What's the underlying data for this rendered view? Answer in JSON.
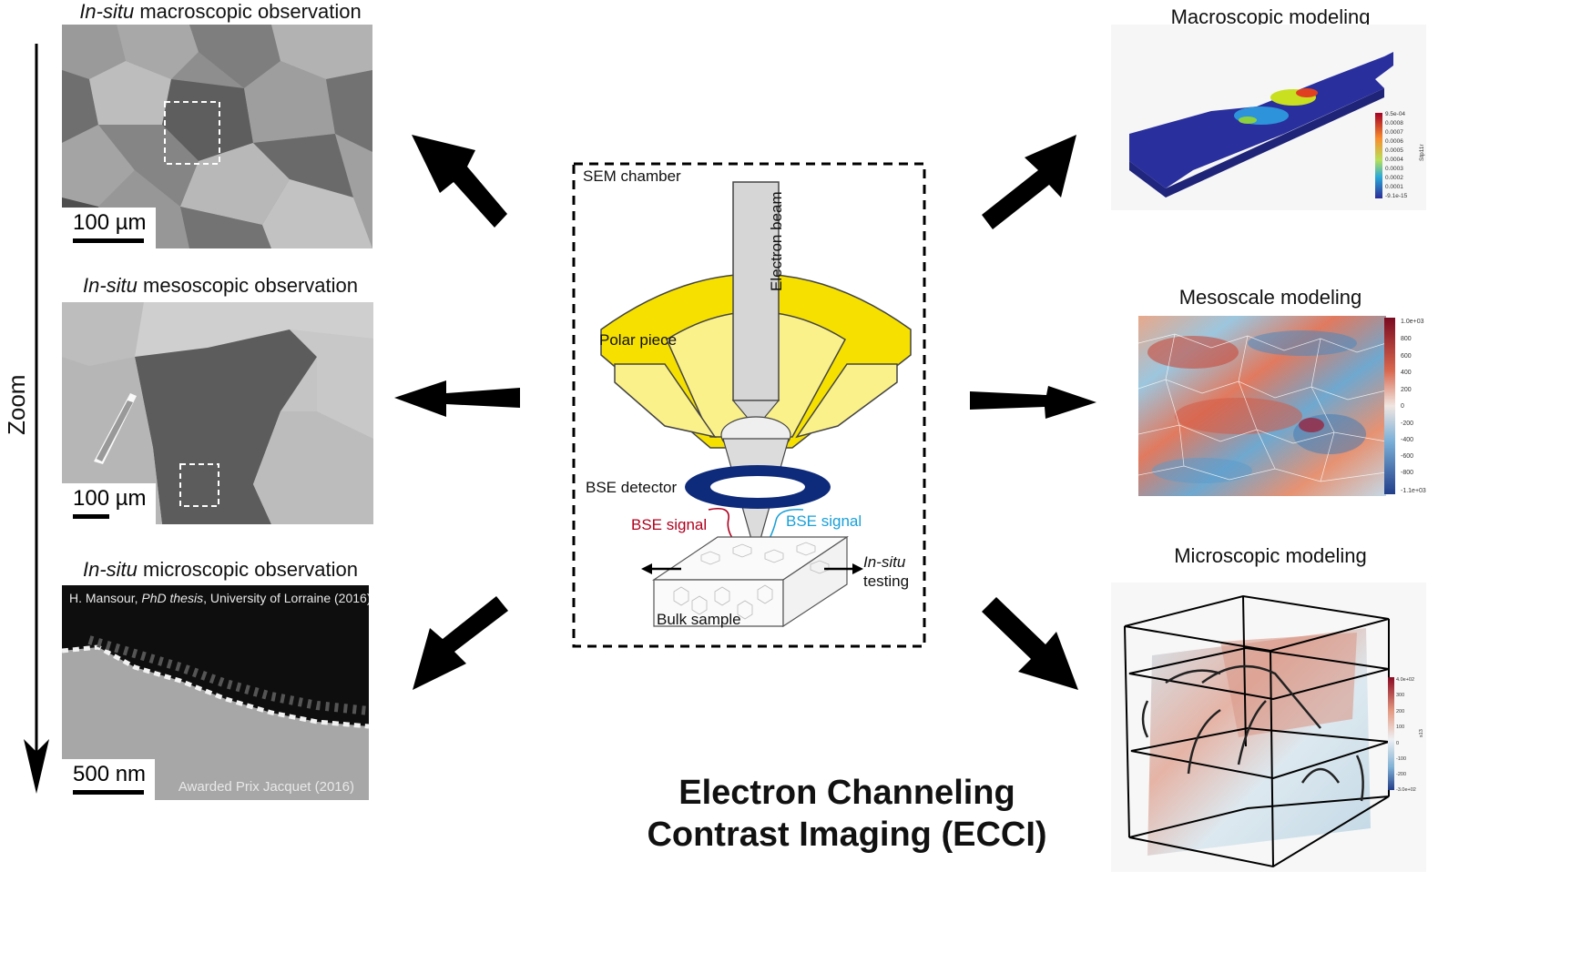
{
  "zoom_label": "Zoom",
  "left_panels": [
    {
      "title_italic": "In-situ",
      "title_rest": " macroscopic observation",
      "scale": "100 µm"
    },
    {
      "title_italic": "In-situ",
      "title_rest": " mesoscopic observation",
      "scale": "100 µm"
    },
    {
      "title_italic": "In-situ",
      "title_rest": " microscopic observation",
      "scale": "500 nm",
      "credit_pre": "H. Mansour, ",
      "credit_italic": "PhD thesis",
      "credit_post": ",  University of Lorraine (2016)",
      "award": "Awarded Prix Jacquet (2016)"
    }
  ],
  "center": {
    "chamber_label": "SEM chamber",
    "beam_label": "Electron beam",
    "polar_label": "Polar piece",
    "detector_label": "BSE detector",
    "signal_left": "BSE signal",
    "signal_right": "BSE signal",
    "insitu_italic": "In-situ",
    "insitu_rest": "testing",
    "sample_label": "Bulk sample",
    "title_line1": "Electron Channeling",
    "title_line2": "Contrast Imaging (ECCI)"
  },
  "right_panels": [
    {
      "title": "Macroscopic modeling",
      "colorbar_ticks": [
        "9.5e-04",
        "0.0008",
        "0.0007",
        "0.0006",
        "0.0005",
        "0.0004",
        "0.0003",
        "0.0002",
        "0.0001",
        "-9.1e-15"
      ],
      "colorbar_label": "Stp11r"
    },
    {
      "title": "Mesoscale modeling",
      "colorbar_ticks": [
        "1.0e+03",
        "800",
        "600",
        "400",
        "200",
        "0",
        "-200",
        "-400",
        "-600",
        "-800",
        "-1.1e+03"
      ]
    },
    {
      "title": "Microscopic modeling",
      "colorbar_ticks": [
        "4.0e+02",
        "300",
        "200",
        "100",
        "0",
        "-100",
        "-200",
        "-3.0e+02"
      ],
      "colorbar_label": "s13"
    }
  ],
  "colors": {
    "polar_yellow": "#f5e000",
    "polar_light": "#fbf18a",
    "detector_navy": "#0e2a7a",
    "signal_red": "#b0001e",
    "signal_blue": "#1aa0d8"
  }
}
